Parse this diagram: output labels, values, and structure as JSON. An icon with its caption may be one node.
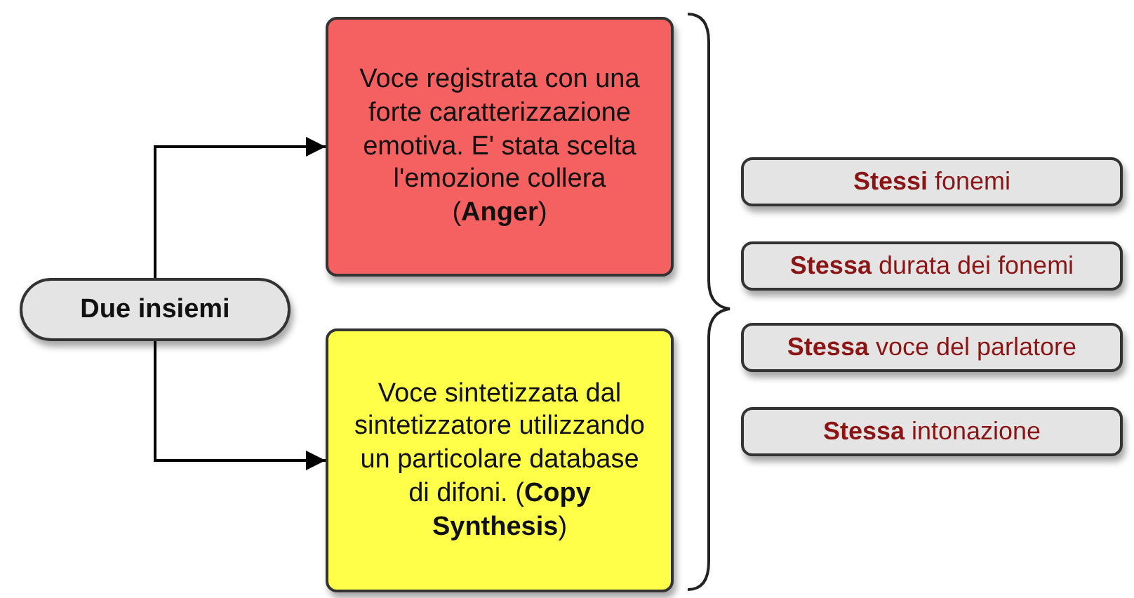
{
  "diagram": {
    "nodes": [
      {
        "text": [
          "Due insiemi"
        ]
      },
      {
        "text": [
          "Voce registrata con una forte caratterizzazione emotiva. E' stata scelta l'emozione collera (**Anger**)"
        ]
      },
      {
        "text": [
          "Voce sintetizzata dal sintetizzatore utilizzando un particolare database di difoni. (**Copy Synthesis**)"
        ]
      },
      {
        "text": [
          "**Stessi** fonemi"
        ]
      },
      {
        "text": [
          "**Stessa** durata dei fonemi"
        ]
      },
      {
        "text": [
          "**Stessa** voce del parlatore"
        ]
      },
      {
        "text": [
          "**Stessa** intonazione"
        ]
      }
    ],
    "edges": [
      {
        "from": 0,
        "to": 1,
        "arrow": "to"
      },
      {
        "from": 0,
        "to": 2,
        "arrow": "to"
      }
    ]
  }
}
